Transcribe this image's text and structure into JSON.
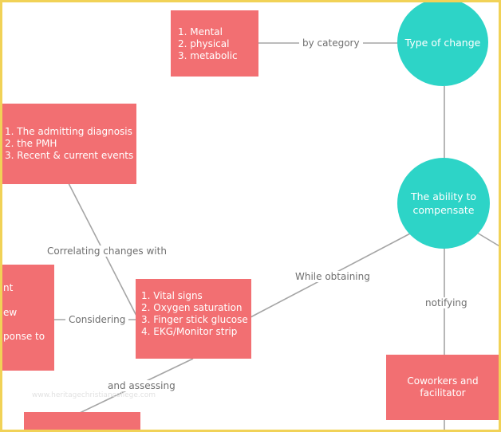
{
  "colors": {
    "box": "#f26f72",
    "circle": "#2dd4c7",
    "edge": "#a5a5a5",
    "label_text": "#6f6f6f",
    "frame": "#f1d257"
  },
  "nodes": {
    "mental_box": {
      "items": [
        "1. Mental",
        "2. physical",
        "3. metabolic"
      ]
    },
    "type_of_change": {
      "label": "Type of change"
    },
    "admitting_box": {
      "items": [
        "1. The admitting diagnosis",
        "2. the PMH",
        "3. Recent & current events"
      ]
    },
    "ability_to_compensate": {
      "label": "The ability to compensate"
    },
    "left_partial_box": {
      "items": [
        "nt",
        "ew",
        "ponse to"
      ]
    },
    "vital_signs_box": {
      "items": [
        "1. Vital signs",
        "2. Oxygen saturation",
        "3. Finger stick glucose",
        "4. EKG/Monitor strip"
      ]
    },
    "coworkers_box": {
      "label": "Coworkers and facilitator"
    }
  },
  "edge_labels": {
    "by_category": "by category",
    "correlating": "Correlating changes with",
    "considering": "Considering",
    "while_obtaining": "While obtaining",
    "notifying": "notifying",
    "and_assessing": "and assessing"
  },
  "watermark": "www.heritagechristiancollege.com"
}
